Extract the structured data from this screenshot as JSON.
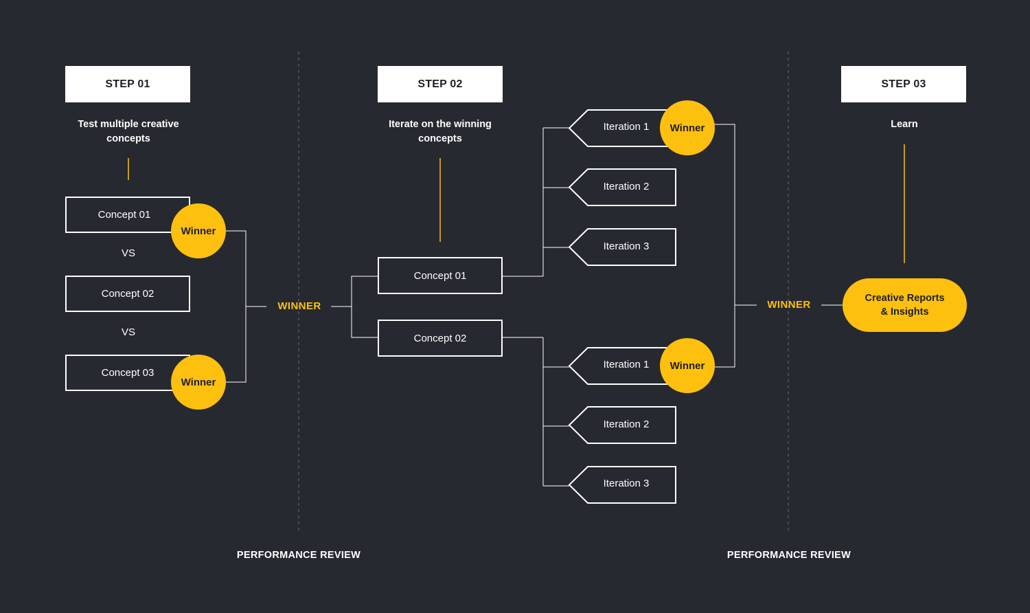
{
  "steps": [
    {
      "title": "STEP 01",
      "caption": "Test multiple creative concepts"
    },
    {
      "title": "STEP 02",
      "caption": "Iterate on the winning concepts"
    },
    {
      "title": "STEP 03",
      "caption": "Learn"
    }
  ],
  "step1": {
    "concepts": [
      "Concept 01",
      "Concept 02",
      "Concept 03"
    ],
    "vs_label": "VS"
  },
  "step2": {
    "concepts": [
      "Concept 01",
      "Concept 02"
    ],
    "iterations_top": [
      "Iteration 1",
      "Iteration 2",
      "Iteration 3"
    ],
    "iterations_bottom": [
      "Iteration 1",
      "Iteration 2",
      "Iteration 3"
    ]
  },
  "winner_badge": "Winner",
  "winner_label": "WINNER",
  "review_label": "PERFORMANCE REVIEW",
  "result": "Creative Reports & Insights",
  "colors": {
    "background": "#272930",
    "accent": "#fec00f",
    "line": "#ffffff"
  }
}
